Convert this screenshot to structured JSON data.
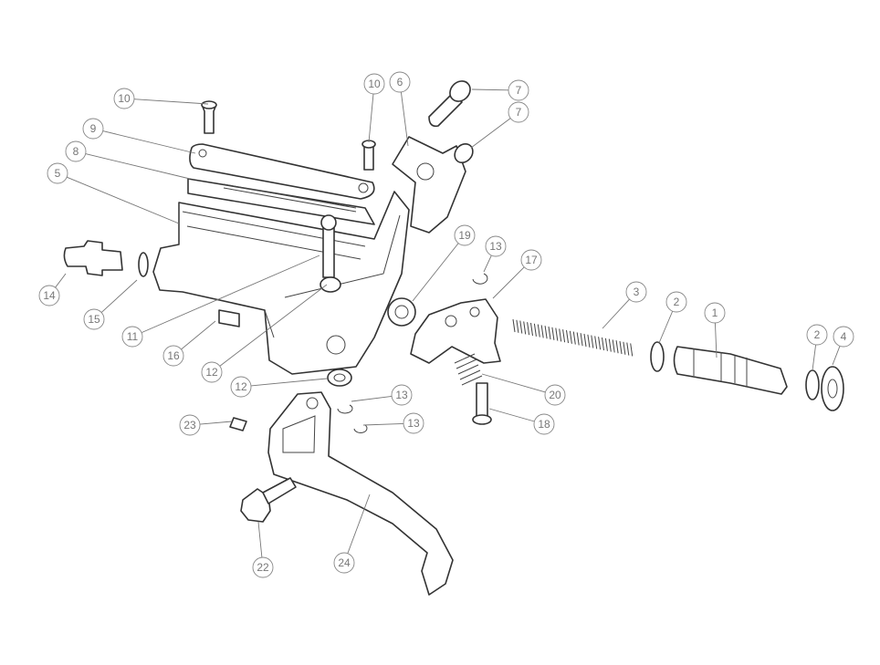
{
  "title": "Brake lever exploded view",
  "callouts": [
    {
      "label": "10"
    },
    {
      "label": "10"
    },
    {
      "label": "6"
    },
    {
      "label": "7"
    },
    {
      "label": "7"
    },
    {
      "label": "9"
    },
    {
      "label": "8"
    },
    {
      "label": "5"
    },
    {
      "label": "14"
    },
    {
      "label": "15"
    },
    {
      "label": "11"
    },
    {
      "label": "16"
    },
    {
      "label": "12"
    },
    {
      "label": "12"
    },
    {
      "label": "13"
    },
    {
      "label": "13"
    },
    {
      "label": "19"
    },
    {
      "label": "13"
    },
    {
      "label": "17"
    },
    {
      "label": "3"
    },
    {
      "label": "2"
    },
    {
      "label": "1"
    },
    {
      "label": "2"
    },
    {
      "label": "4"
    },
    {
      "label": "20"
    },
    {
      "label": "18"
    },
    {
      "label": "23"
    },
    {
      "label": "22"
    },
    {
      "label": "24"
    }
  ]
}
